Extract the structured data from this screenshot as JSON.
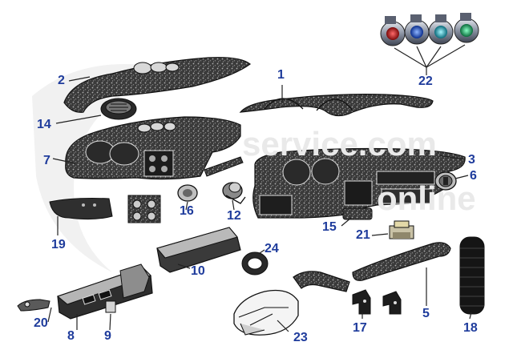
{
  "watermark": {
    "line1": "service.com",
    "line2": "online"
  },
  "callouts": [
    {
      "id": "1",
      "label": "1"
    },
    {
      "id": "2",
      "label": "2"
    },
    {
      "id": "3",
      "label": "3"
    },
    {
      "id": "5",
      "label": "5"
    },
    {
      "id": "6",
      "label": "6"
    },
    {
      "id": "7",
      "label": "7"
    },
    {
      "id": "8",
      "label": "8"
    },
    {
      "id": "9",
      "label": "9"
    },
    {
      "id": "10",
      "label": "10"
    },
    {
      "id": "12",
      "label": "12"
    },
    {
      "id": "14",
      "label": "14"
    },
    {
      "id": "15",
      "label": "15"
    },
    {
      "id": "16",
      "label": "16"
    },
    {
      "id": "17",
      "label": "17"
    },
    {
      "id": "18",
      "label": "18"
    },
    {
      "id": "19",
      "label": "19"
    },
    {
      "id": "20",
      "label": "20"
    },
    {
      "id": "21",
      "label": "21"
    },
    {
      "id": "22",
      "label": "22"
    },
    {
      "id": "23",
      "label": "23"
    },
    {
      "id": "24",
      "label": "24"
    }
  ],
  "colors": {
    "callout": "#1f3c9c",
    "line": "#222222",
    "part_fill": "#3a3a3a",
    "part_speckle": "#9a9a9a"
  }
}
